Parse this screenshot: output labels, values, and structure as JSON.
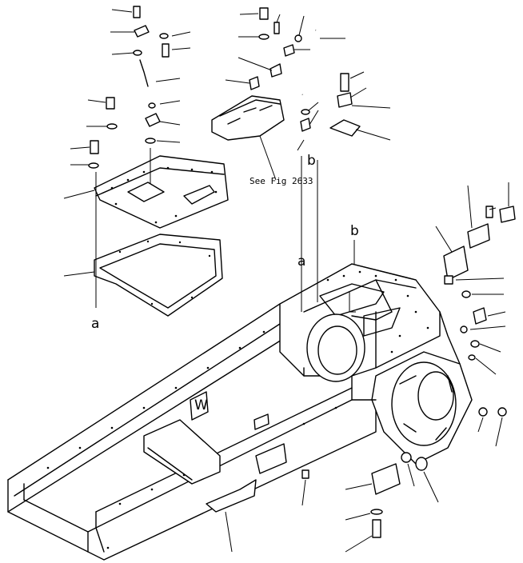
{
  "reference": {
    "text": "See Fig 2633"
  },
  "markers": {
    "a_top": "a",
    "a_bottom": "a",
    "b_top": "b",
    "b_bottom": "b"
  },
  "emblem": {
    "text": "W"
  }
}
